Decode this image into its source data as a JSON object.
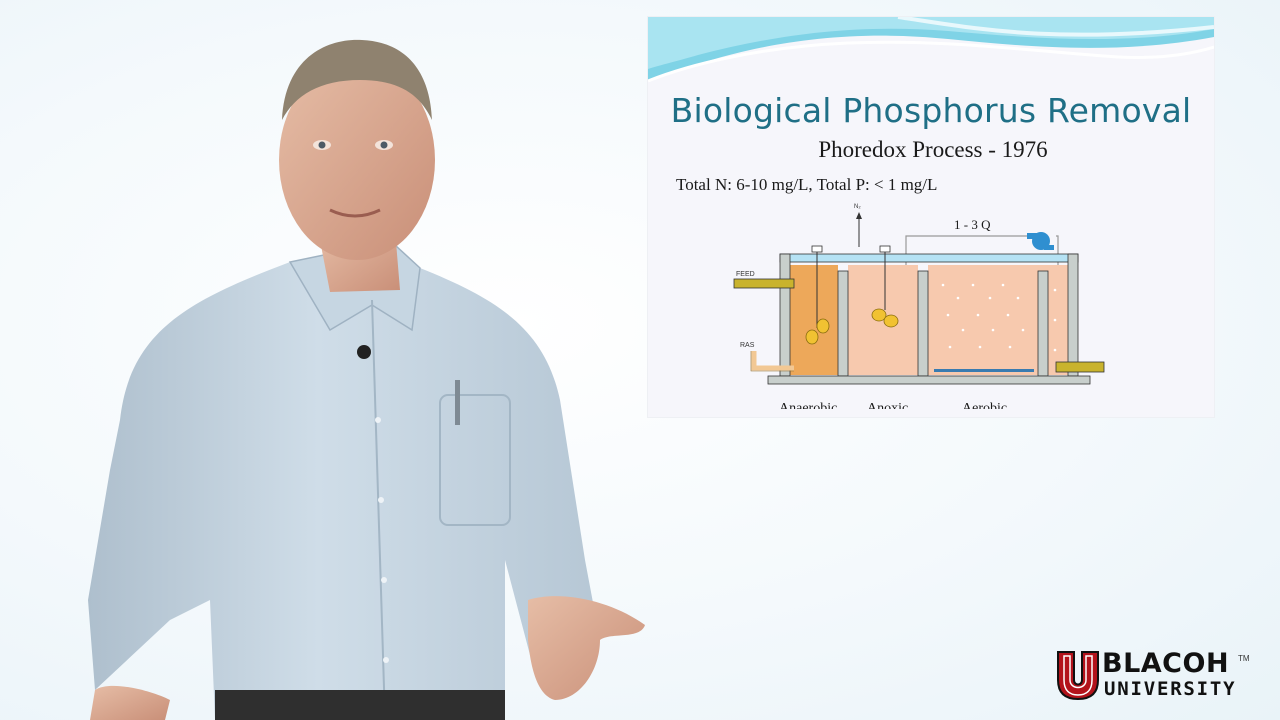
{
  "slide": {
    "title": "Biological Phosphorus Removal",
    "subtitle": "Phoredox Process - 1976",
    "specs": "Total N: 6-10 mg/L, Total P: < 1 mg/L",
    "diagram": {
      "gas_label": "N₂",
      "recycle_label": "1 - 3 Q",
      "feed_label": "FEED",
      "ras_label": "RAS",
      "zones": [
        "Anaerobic",
        "Anoxic",
        "Aerobic"
      ]
    }
  },
  "logo": {
    "name": "BLACOH",
    "trademark": "TM",
    "subtitle": "UNIVERSITY"
  },
  "colors": {
    "title": "#1f6f86",
    "anaerobic_zone": "#eda85a",
    "anoxic_zone": "#f7c9ae",
    "aerobic_zone": "#f7c9ae",
    "pipe_yellow": "#c9b32d",
    "logo_red": "#b3131b"
  }
}
